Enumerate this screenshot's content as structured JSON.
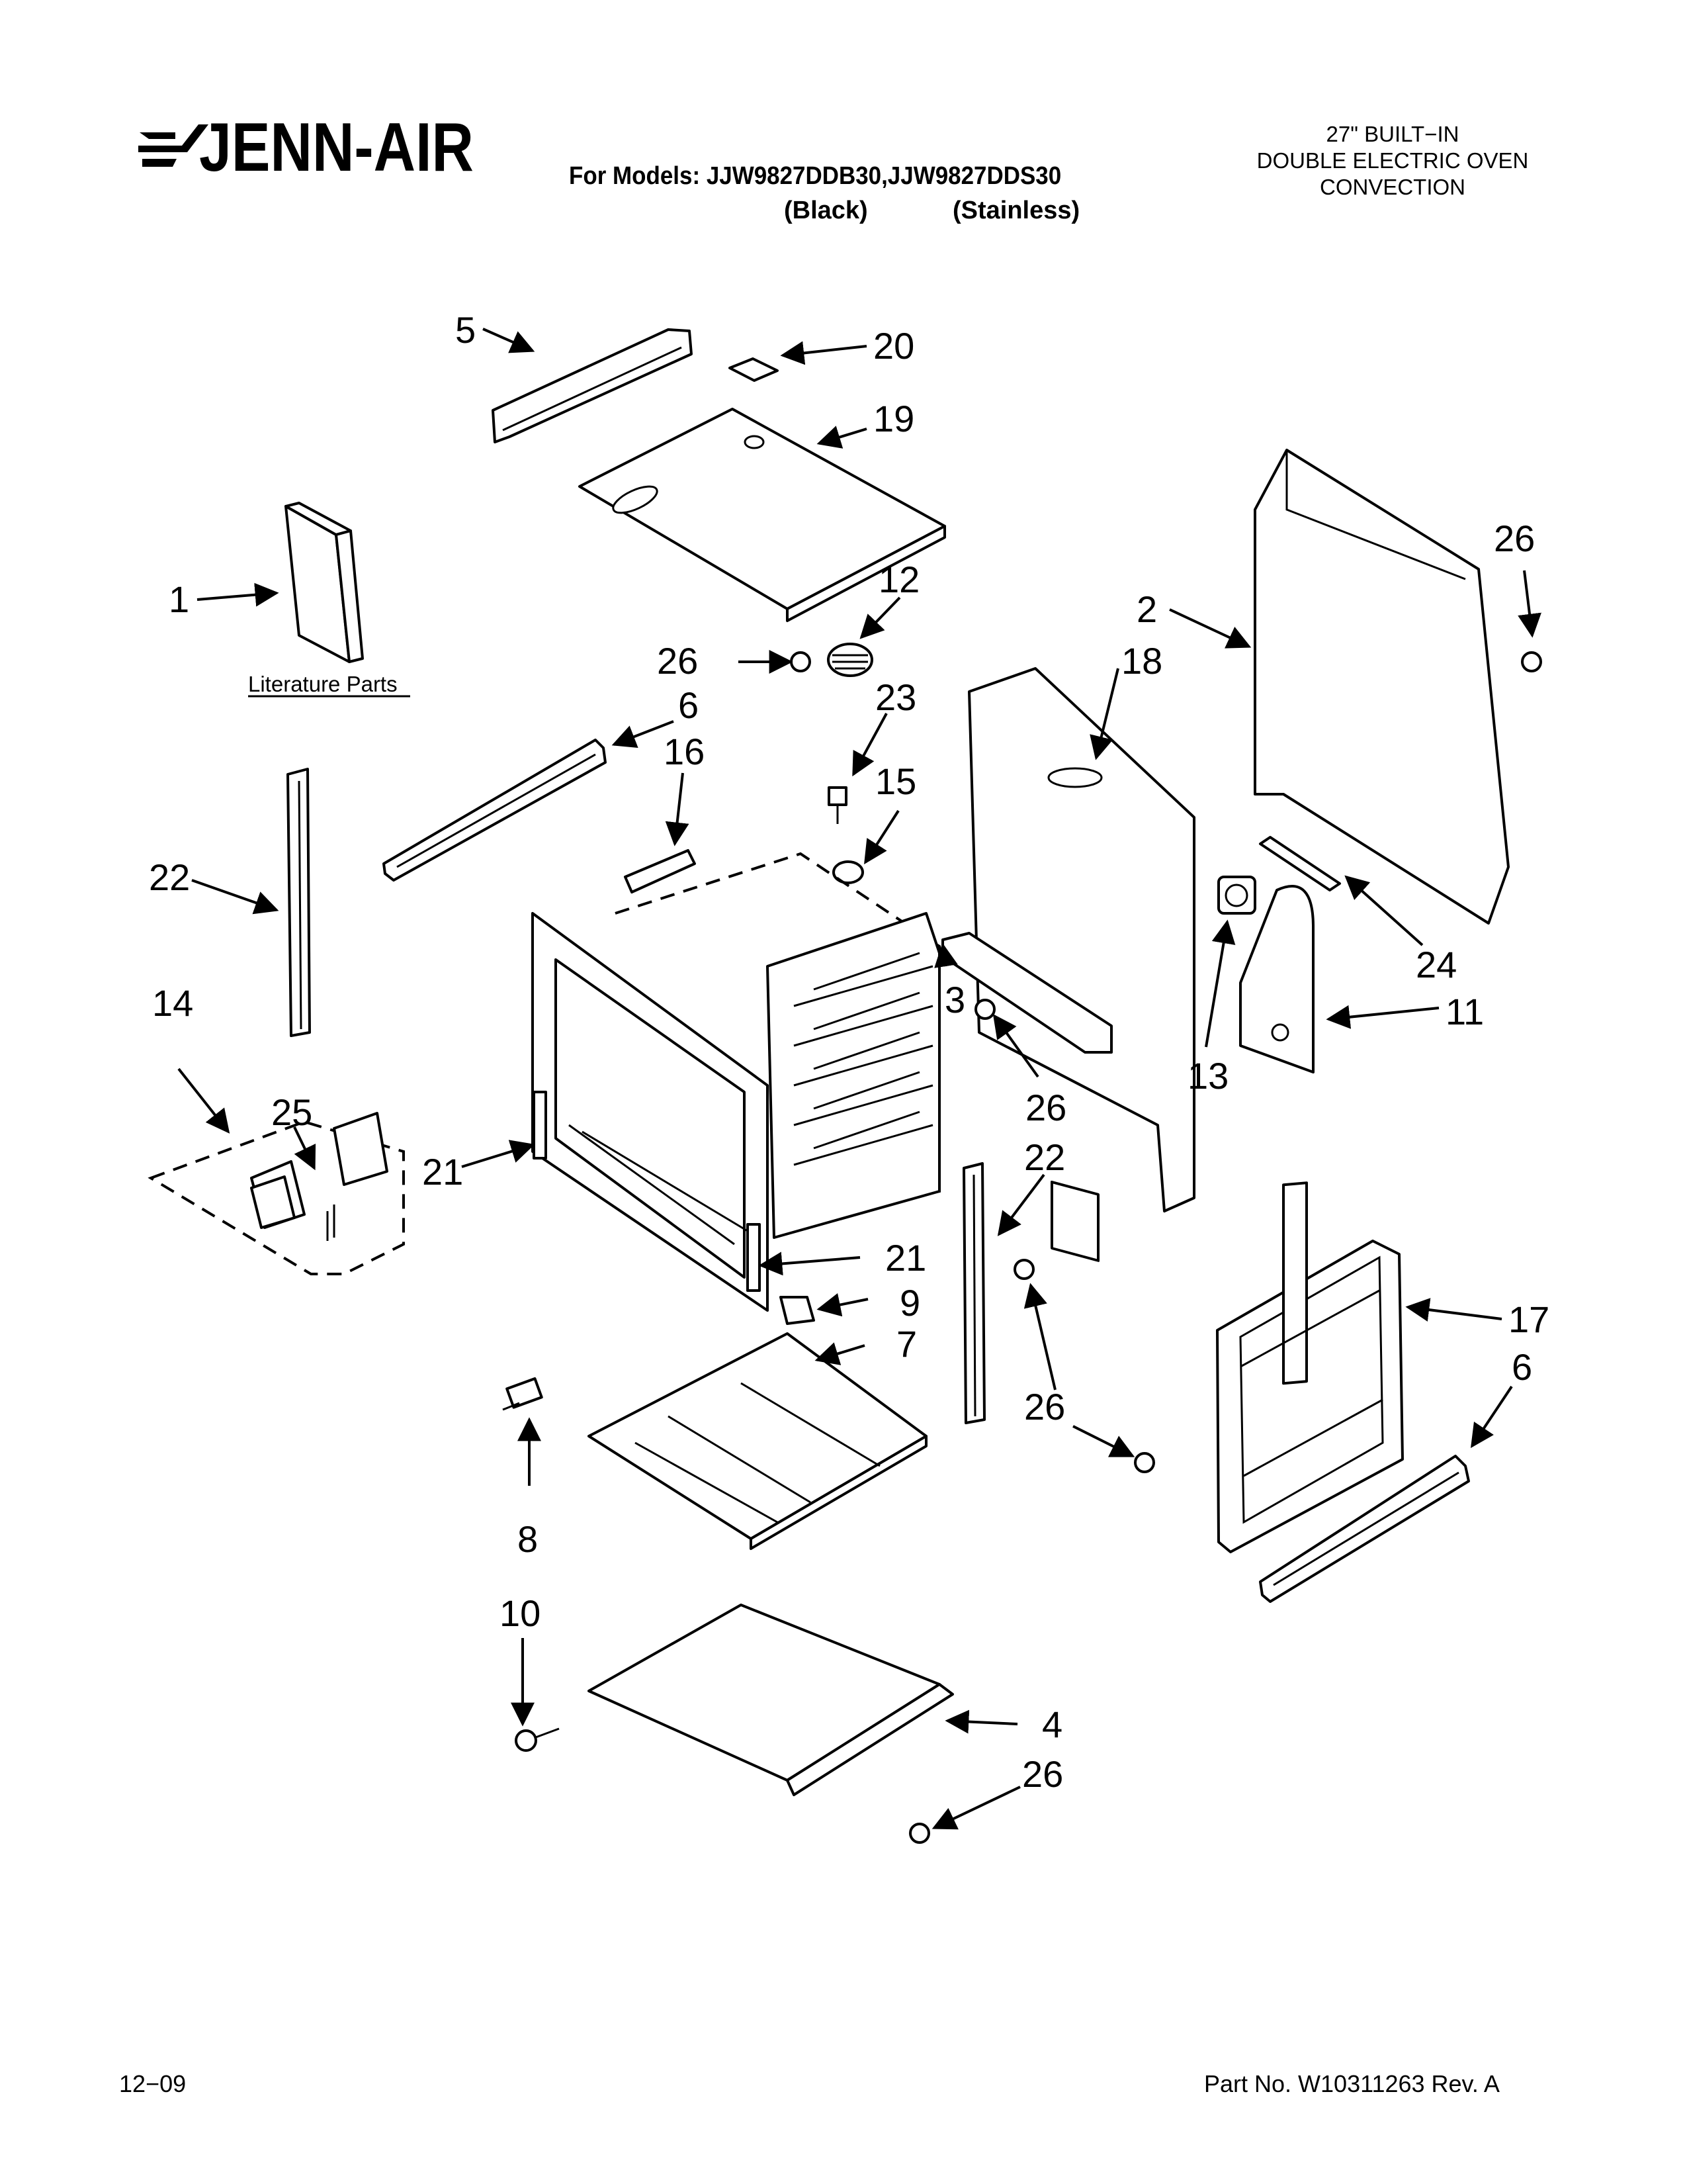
{
  "header": {
    "brand": "JENN-AIR",
    "models_line": "For Models: JJW9827DDB30,JJW9827DDS30",
    "variant_black": "(Black)",
    "variant_stainless": "(Stainless)",
    "product_lines": [
      "27\" BUILT−IN",
      "DOUBLE ELECTRIC OVEN",
      "CONVECTION"
    ]
  },
  "diagram": {
    "literature_label": "Literature Parts",
    "callouts": {
      "c1": "1",
      "c2": "2",
      "c3": "3",
      "c4": "4",
      "c5": "5",
      "c6a": "6",
      "c6b": "6",
      "c7": "7",
      "c8": "8",
      "c9": "9",
      "c10": "10",
      "c11": "11",
      "c12": "12",
      "c13": "13",
      "c14": "14",
      "c15": "15",
      "c16": "16",
      "c17": "17",
      "c18": "18",
      "c19": "19",
      "c20": "20",
      "c21a": "21",
      "c21b": "21",
      "c22a": "22",
      "c22b": "22",
      "c23": "23",
      "c24": "24",
      "c25": "25",
      "c26a": "26",
      "c26b": "26",
      "c26c": "26",
      "c26d": "26",
      "c26e": "26"
    }
  },
  "footer": {
    "date_code": "12−09",
    "part_number": "Part No. W10311263 Rev. A"
  }
}
